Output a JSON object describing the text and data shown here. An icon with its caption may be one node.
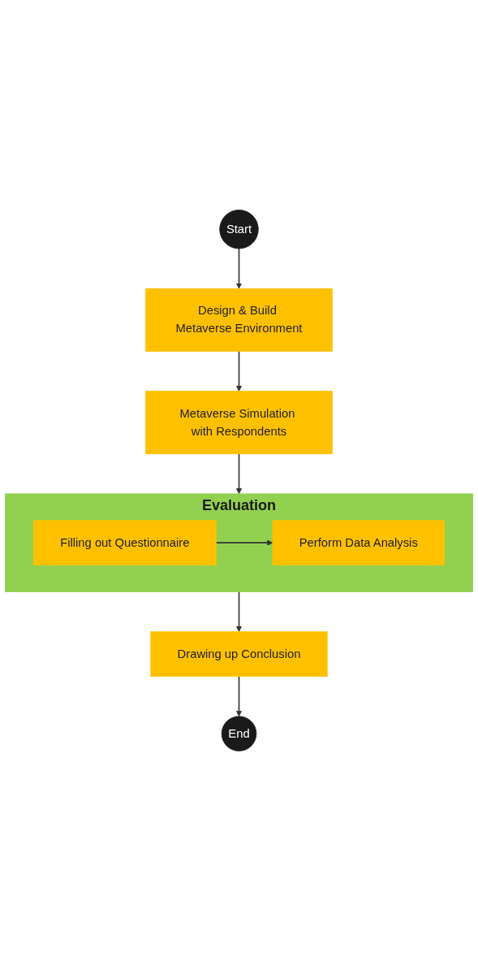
{
  "diagram": {
    "nodes": [
      {
        "text": [
          "Start"
        ]
      },
      {
        "text": [
          "Design & Build Metaverse Environment"
        ]
      },
      {
        "text": [
          "Metaverse Simulation with Respondents"
        ]
      },
      {
        "text": [
          "Evaluation"
        ]
      },
      {
        "text": [
          "Filling out Questionnaire"
        ],
        "in": 3
      },
      {
        "text": [
          "Perform Data Analysis"
        ],
        "in": 3
      },
      {
        "text": [
          "Drawing up Conclusion"
        ]
      },
      {
        "text": [
          "End"
        ]
      }
    ],
    "edges": [
      {
        "from": 0,
        "to": 1,
        "arrow": "to"
      },
      {
        "from": 1,
        "to": 2,
        "arrow": "to"
      },
      {
        "from": 2,
        "to": 3,
        "arrow": "to"
      },
      {
        "from": 4,
        "to": 5,
        "arrow": "to"
      },
      {
        "from": 3,
        "to": 6,
        "arrow": "to"
      },
      {
        "from": 6,
        "to": 7,
        "arrow": "to"
      }
    ]
  }
}
